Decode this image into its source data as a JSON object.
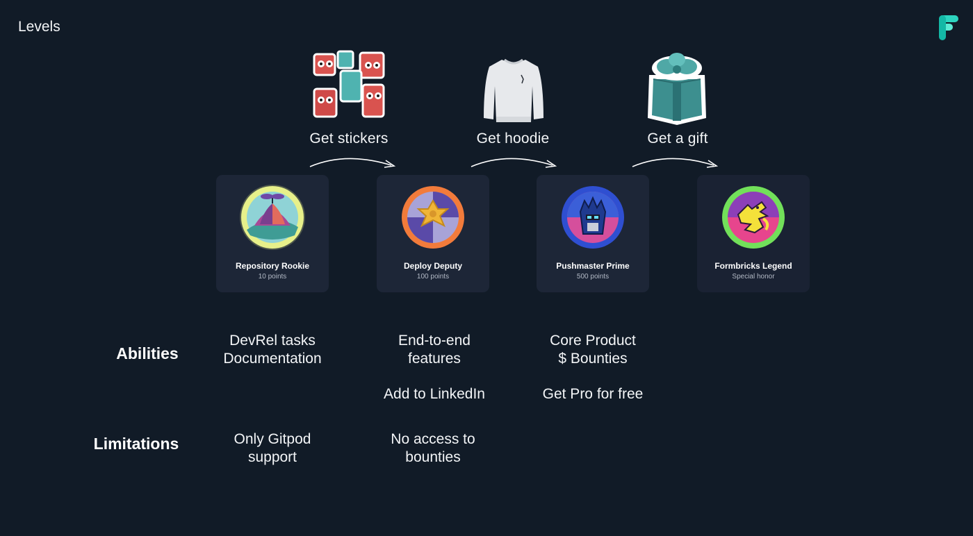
{
  "page": {
    "title": "Levels"
  },
  "logo": {
    "name": "formbricks-logo",
    "color": "#2dd4bf"
  },
  "rewards": [
    {
      "label": "Get stickers",
      "icon": "stickers-illustration"
    },
    {
      "label": "Get hoodie",
      "icon": "hoodie-illustration"
    },
    {
      "label": "Get a gift",
      "icon": "gift-box-illustration"
    }
  ],
  "levels": [
    {
      "name": "Repository Rookie",
      "points": "10 points",
      "icon": "propeller-cap-badge",
      "ring_color": "#e7f08a"
    },
    {
      "name": "Deploy Deputy",
      "points": "100 points",
      "icon": "sheriff-star-badge",
      "ring_color": "#f27b3b"
    },
    {
      "name": "Pushmaster Prime",
      "points": "500 points",
      "icon": "robot-head-badge",
      "ring_color": "#2f4fd1"
    },
    {
      "name": "Formbricks Legend",
      "points": "Special honor",
      "icon": "dragon-badge",
      "ring_color": "#72e05a"
    }
  ],
  "abilities": {
    "label": "Abilities",
    "rookie": "DevRel tasks\nDocumentation",
    "deputy": "End-to-end\nfeatures",
    "deputy_extra": "Add to LinkedIn",
    "prime": "Core Product\n$ Bounties",
    "prime_extra": "Get Pro for free"
  },
  "limitations": {
    "label": "Limitations",
    "rookie": "Only Gitpod\nsupport",
    "deputy": "No access to\nbounties"
  }
}
